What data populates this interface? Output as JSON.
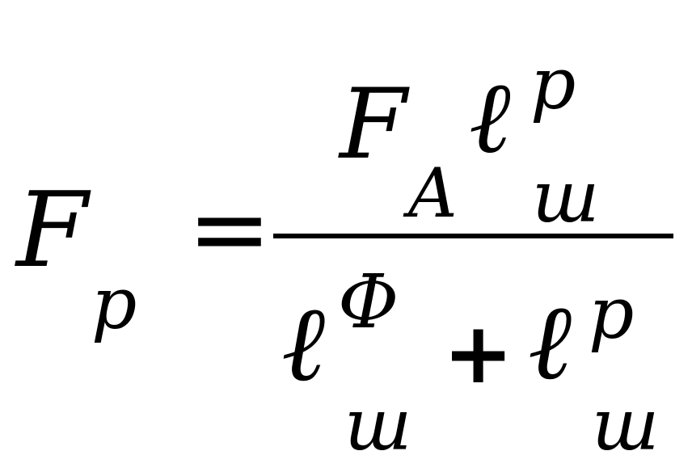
{
  "formula": {
    "lhs": {
      "symbol": "F",
      "subscript": "p"
    },
    "equals": "=",
    "numerator": {
      "force_symbol": "F",
      "force_subscript": "A",
      "length_symbol": "ℓ",
      "length_superscript": "p",
      "length_subscript": "ш"
    },
    "denominator": {
      "term1": {
        "symbol": "ℓ",
        "superscript": "Φ",
        "subscript": "ш"
      },
      "plus": "+",
      "term2": {
        "symbol": "ℓ",
        "superscript": "p",
        "subscript": "ш"
      }
    }
  }
}
